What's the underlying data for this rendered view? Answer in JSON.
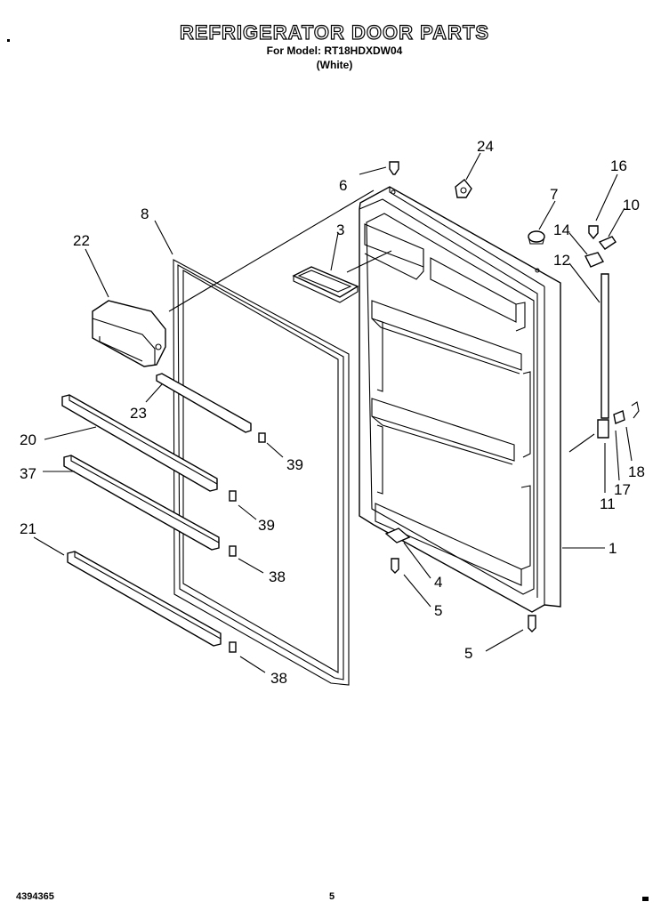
{
  "header": {
    "title": "REFRIGERATOR DOOR PARTS",
    "model_line": "For Model: RT18HDXDW04",
    "color_line": "(White)"
  },
  "footer": {
    "doc_number": "4394365",
    "page_number": "5"
  },
  "callouts": [
    {
      "id": "c24",
      "label": "24"
    },
    {
      "id": "c6",
      "label": "6"
    },
    {
      "id": "c16",
      "label": "16"
    },
    {
      "id": "c7",
      "label": "7"
    },
    {
      "id": "c10",
      "label": "10"
    },
    {
      "id": "c8",
      "label": "8"
    },
    {
      "id": "c3",
      "label": "3"
    },
    {
      "id": "c14",
      "label": "14"
    },
    {
      "id": "c22",
      "label": "22"
    },
    {
      "id": "c12",
      "label": "12"
    },
    {
      "id": "c23",
      "label": "23"
    },
    {
      "id": "c20",
      "label": "20"
    },
    {
      "id": "c39a",
      "label": "39"
    },
    {
      "id": "c37",
      "label": "37"
    },
    {
      "id": "c18",
      "label": "18"
    },
    {
      "id": "c17",
      "label": "17"
    },
    {
      "id": "c39b",
      "label": "39"
    },
    {
      "id": "c11",
      "label": "11"
    },
    {
      "id": "c21",
      "label": "21"
    },
    {
      "id": "c1",
      "label": "1"
    },
    {
      "id": "c38a",
      "label": "38"
    },
    {
      "id": "c4",
      "label": "4"
    },
    {
      "id": "c5a",
      "label": "5"
    },
    {
      "id": "c5b",
      "label": "5"
    },
    {
      "id": "c38b",
      "label": "38"
    }
  ]
}
